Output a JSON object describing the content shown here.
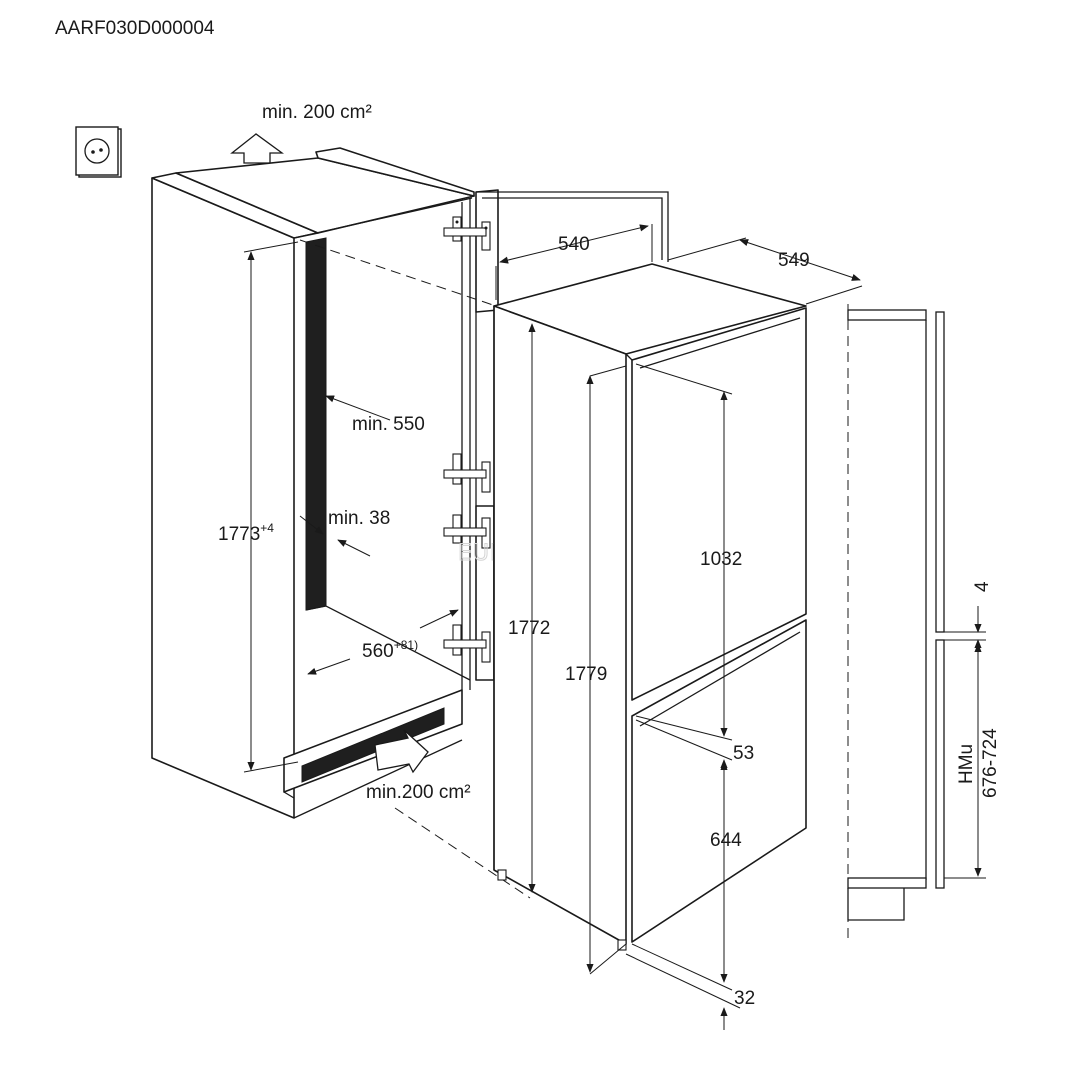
{
  "code": "AARF030D000004",
  "ventilation": {
    "top": "min. 200 cm²",
    "bottom": "min.200 cm²"
  },
  "niche": {
    "height": "1773",
    "height_tolerance": "+4",
    "depth": "min. 550",
    "gap": "min. 38",
    "width": "560",
    "width_tolerance": "+8",
    "width_note": "1)"
  },
  "appliance": {
    "width": "540",
    "depth": "549",
    "body_height": "1772",
    "total_height": "1779",
    "upper_door": "1032",
    "door_gap": "53",
    "lower_door": "644",
    "bottom_offset": "32"
  },
  "side_view": {
    "gap": "4",
    "hmu_label": "HMu",
    "hmu_range": "676-724"
  },
  "watermark": "EURONICS"
}
